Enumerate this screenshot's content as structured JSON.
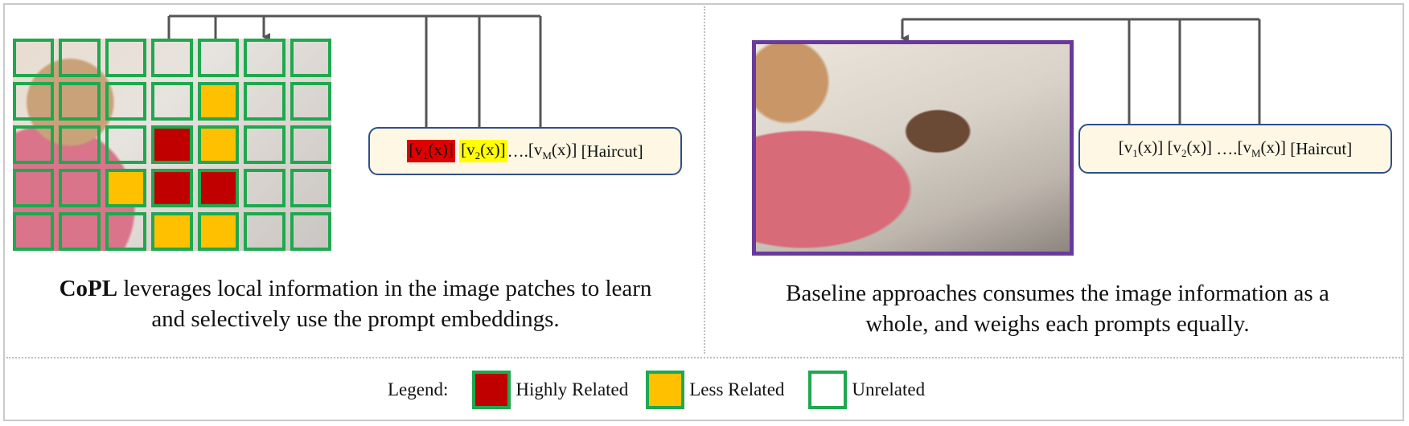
{
  "colors": {
    "highly_related": "#c00000",
    "less_related": "#ffc000",
    "unrelated_border": "#1fa84f",
    "baseline_border": "#6a3a9a",
    "prompt_box_border": "#2f4f8a",
    "prompt_box_fill": "#fdf7e4",
    "arrow": "#555555"
  },
  "left": {
    "grid": {
      "rows": 5,
      "cols": 7,
      "cells": [
        [
          "u",
          "u",
          "u",
          "u",
          "u",
          "u",
          "u"
        ],
        [
          "u",
          "u",
          "u",
          "u",
          "l",
          "u",
          "u"
        ],
        [
          "u",
          "u",
          "u",
          "h",
          "l",
          "u",
          "u"
        ],
        [
          "u",
          "u",
          "l",
          "h",
          "h",
          "u",
          "u"
        ],
        [
          "u",
          "u",
          "u",
          "l",
          "l",
          "u",
          "u"
        ]
      ]
    },
    "prompt": {
      "v1": "[v",
      "v1_sub": "1",
      "v1_end": "(x)]",
      "v2": "[v",
      "v2_sub": "2",
      "v2_end": "(x)]",
      "dots": "….",
      "vm": "[v",
      "vm_sub": "M",
      "vm_end": "(x)]",
      "cls": "[Haircut]"
    },
    "caption_bold": "CoPL",
    "caption_line1": " leverages local information in the image patches to learn",
    "caption_line2": "and selectively use the prompt embeddings."
  },
  "right": {
    "prompt": {
      "v1": "[v",
      "v1_sub": "1",
      "v1_end": "(x)]",
      "v2": "[v",
      "v2_sub": "2",
      "v2_end": "(x)]",
      "dots": "….",
      "vm": "[v",
      "vm_sub": "M",
      "vm_end": "(x)]",
      "cls": "[Haircut]"
    },
    "caption_line1": "Baseline approaches consumes the image information as a",
    "caption_line2": "whole, and weighs each prompts equally."
  },
  "legend": {
    "title": "Legend:",
    "items": [
      {
        "label": "Highly Related",
        "kind": "highly"
      },
      {
        "label": "Less Related",
        "kind": "less"
      },
      {
        "label": "Unrelated",
        "kind": "unrelated"
      }
    ]
  }
}
